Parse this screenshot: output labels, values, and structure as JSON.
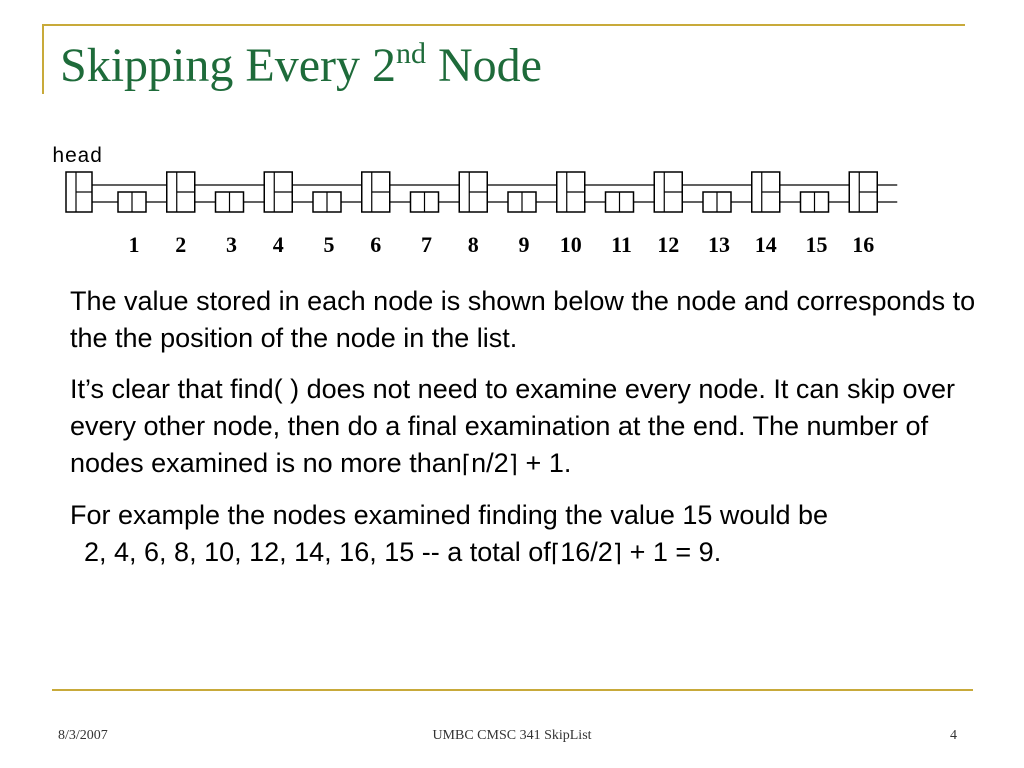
{
  "slide": {
    "title_main": "Skipping Every 2",
    "title_sup": "nd",
    "title_end": " Node"
  },
  "diagram": {
    "head_label": "head",
    "nodes": [
      "1",
      "2",
      "3",
      "4",
      "5",
      "6",
      "7",
      "8",
      "9",
      "10",
      "11",
      "12",
      "13",
      "14",
      "15",
      "16"
    ]
  },
  "body": {
    "p1": "The value stored in each node is shown below the node and corresponds to the the position of the node in the list.",
    "p2_line1": "It’s clear that find( ) does not need to examine every node. It can skip over every other node, then do a final examination at the end.  The number of nodes examined is no more than",
    "p2_ceil_left": "⌈",
    "p2_ceil_expr": "n/2",
    "p2_ceil_right": "⌉",
    "p2_tail": " + 1.",
    "p3_line1": "For example the nodes examined finding the value 15 would be",
    "p3_line2_start": "2, 4, 6, 8, 10, 12, 14, 16, 15 -- a total of",
    "p3_ceil_left": "⌈",
    "p3_ceil_expr": "16/2",
    "p3_ceil_right": "⌉",
    "p3_tail": " + 1 = 9."
  },
  "footer": {
    "date": "8/3/2007",
    "course": "UMBC CMSC 341 SkipList",
    "page": "4"
  }
}
